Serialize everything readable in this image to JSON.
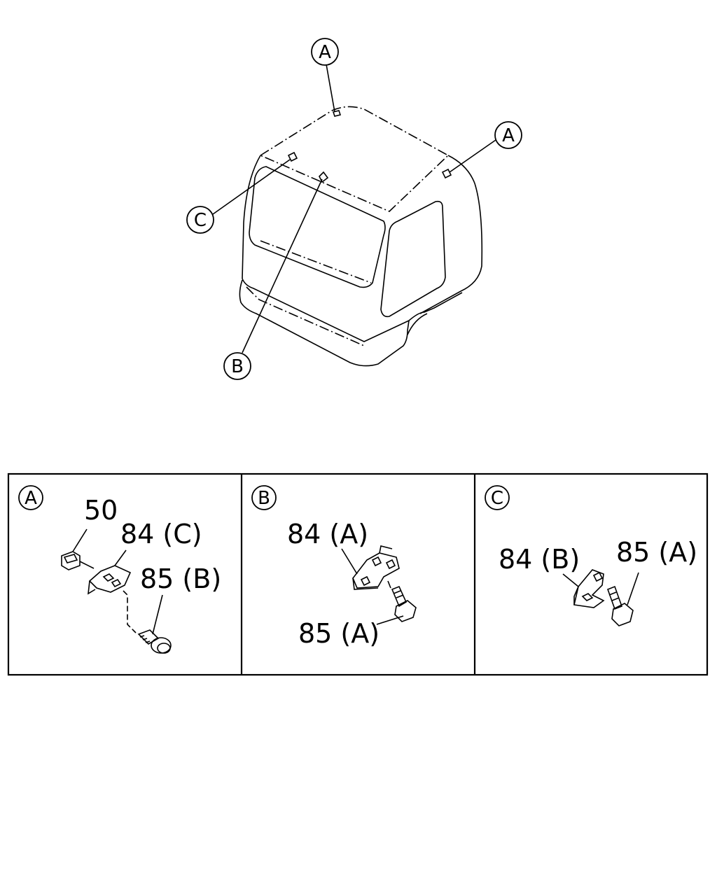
{
  "callouts": {
    "a_top": "A",
    "a_right": "A",
    "c_left": "C",
    "b_bottom": "B"
  },
  "panels": [
    {
      "id": "A",
      "parts": [
        "50",
        "84 (C)",
        "85 (B)"
      ]
    },
    {
      "id": "B",
      "parts": [
        "84 (A)",
        "85 (A)"
      ]
    },
    {
      "id": "C",
      "parts": [
        "84 (B)",
        "85 (A)"
      ]
    }
  ],
  "colors": {
    "line": "#000000",
    "background": "#ffffff"
  }
}
